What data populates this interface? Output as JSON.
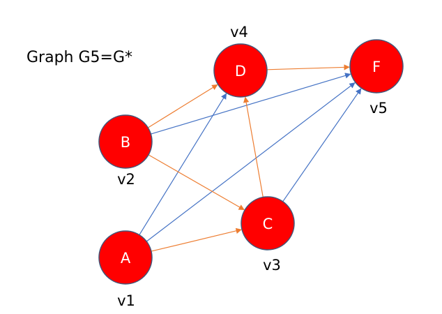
{
  "title": "Graph G5=G*",
  "colors": {
    "node_fill": "#ff0000",
    "node_stroke": "#41577a",
    "edge_orange": "#ed7d31",
    "edge_blue": "#4472c4",
    "letter": "#ffffff",
    "label": "#000000"
  },
  "nodes": [
    {
      "id": "A",
      "letter": "A",
      "label": "v1"
    },
    {
      "id": "B",
      "letter": "B",
      "label": "v2"
    },
    {
      "id": "C",
      "letter": "C",
      "label": "v3"
    },
    {
      "id": "D",
      "letter": "D",
      "label": "v4"
    },
    {
      "id": "F",
      "letter": "F",
      "label": "v5"
    }
  ],
  "edges": [
    {
      "from": "A",
      "to": "C",
      "color": "orange"
    },
    {
      "from": "A",
      "to": "D",
      "color": "blue"
    },
    {
      "from": "A",
      "to": "F",
      "color": "blue"
    },
    {
      "from": "B",
      "to": "D",
      "color": "orange"
    },
    {
      "from": "B",
      "to": "C",
      "color": "orange"
    },
    {
      "from": "B",
      "to": "F",
      "color": "blue"
    },
    {
      "from": "C",
      "to": "D",
      "color": "orange"
    },
    {
      "from": "C",
      "to": "F",
      "color": "blue"
    },
    {
      "from": "D",
      "to": "F",
      "color": "orange"
    }
  ]
}
